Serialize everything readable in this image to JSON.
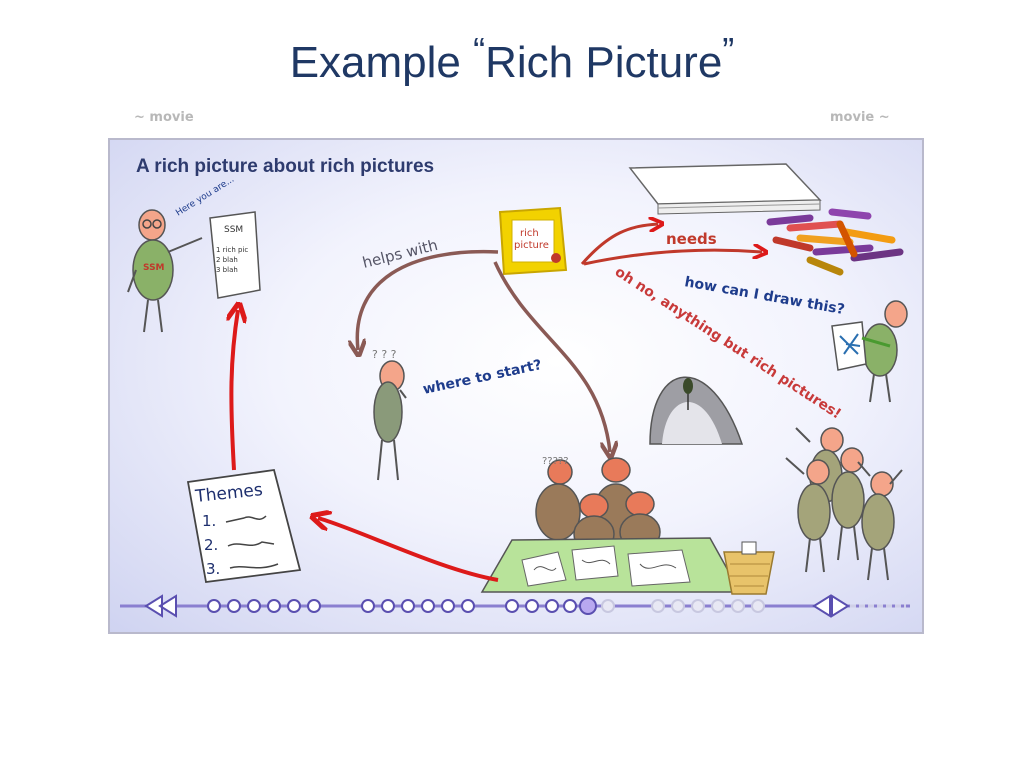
{
  "slide": {
    "title_main": "Example ",
    "title_open_quote": "“",
    "title_phrase": "Rich Picture",
    "title_close_quote": "”"
  },
  "movie_labels": {
    "left": "~ movie",
    "right": "movie ~"
  },
  "picture": {
    "heading": "A rich picture about rich pictures",
    "here_you_are": "Here you are...",
    "ssm_doc_title": "SSM",
    "ssm_doc_lines": [
      "1 rich pic",
      "2 blah",
      "3 blah"
    ],
    "ssm_shirt": "SSM",
    "frame_label_line1": "rich",
    "frame_label_line2": "picture",
    "helps_with": "helps with",
    "needs": "needs",
    "how_draw": "how can I draw this?",
    "oh_no": "oh no, anything but rich pictures!",
    "where_start": "where to start?",
    "thinking_marks": "? ? ?",
    "group_marks": "?????",
    "themes_title": "Themes",
    "themes_items": [
      "1.",
      "2.",
      "3."
    ]
  },
  "colors": {
    "title": "#1f3864",
    "heading": "#2e3b6e",
    "arrow_brown": "#8a5a55",
    "arrow_red": "#dd1a1a",
    "text_blue": "#1e3c8c",
    "text_red": "#c83a3a",
    "frame_gold": "#f2d200",
    "nav_purple": "#8a7fd0"
  }
}
